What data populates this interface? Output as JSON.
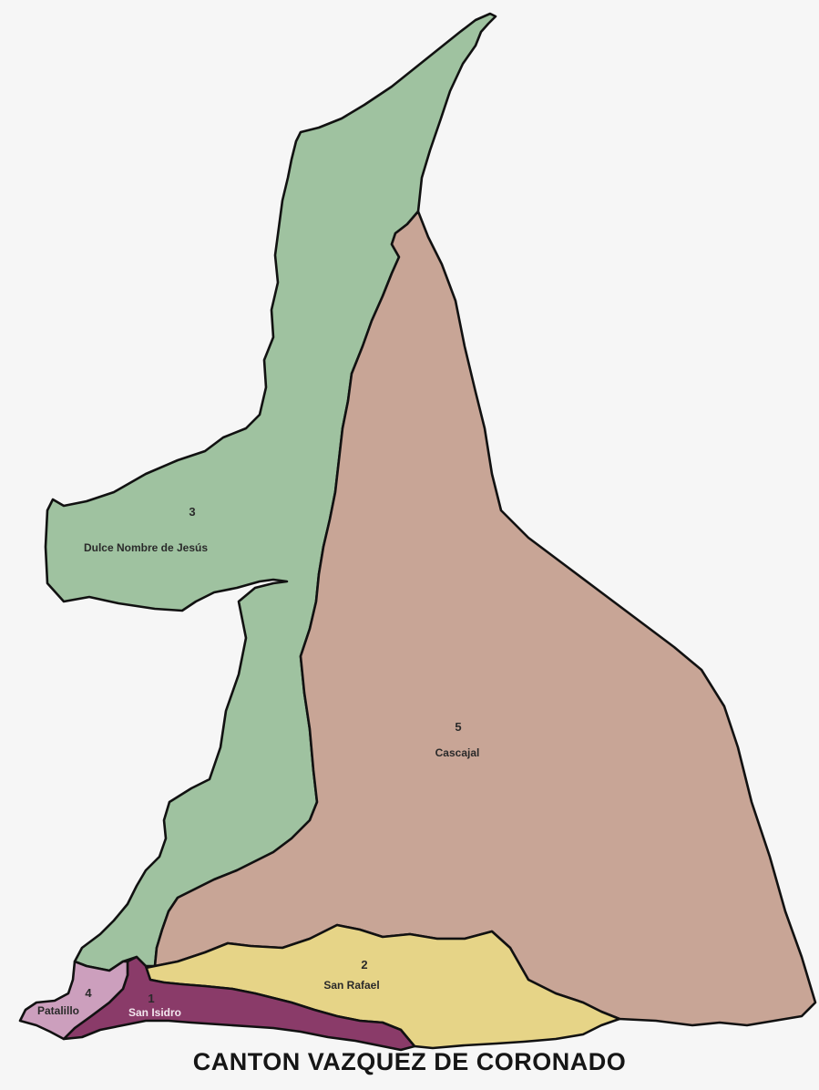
{
  "title": "CANTON VAZQUEZ DE CORONADO",
  "districts": [
    {
      "number": "1",
      "name": "San Isidro",
      "color": "#8a3b69"
    },
    {
      "number": "2",
      "name": "San Rafael",
      "color": "#e6d487"
    },
    {
      "number": "3",
      "name": "Dulce Nombre de Jesús",
      "color": "#9fc2a0"
    },
    {
      "number": "4",
      "name": "Patalillo",
      "color": "#cc9fbd"
    },
    {
      "number": "5",
      "name": "Cascajal",
      "color": "#c8a596"
    }
  ],
  "colors": {
    "background": "#f6f6f6",
    "border": "#111111"
  }
}
